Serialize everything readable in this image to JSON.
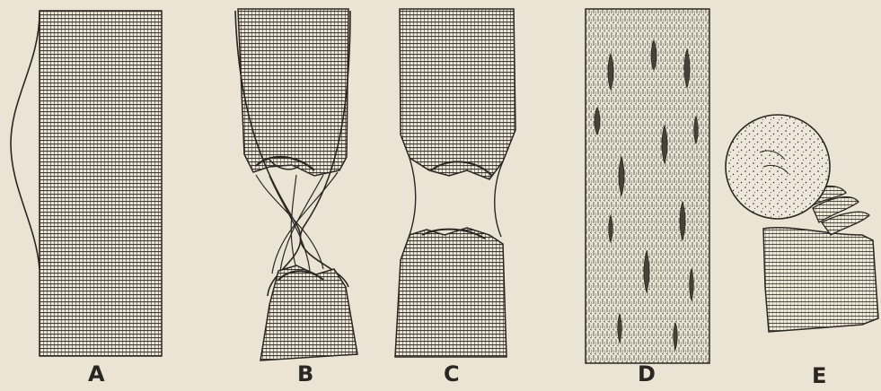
{
  "panels": [
    {
      "id": "A",
      "label": "A"
    },
    {
      "id": "B",
      "label": "B"
    },
    {
      "id": "C",
      "label": "C"
    },
    {
      "id": "D",
      "label": "D"
    },
    {
      "id": "E",
      "label": "E"
    }
  ],
  "colors": {
    "paper": "#ebe3d4",
    "ink": "#2a2622"
  }
}
